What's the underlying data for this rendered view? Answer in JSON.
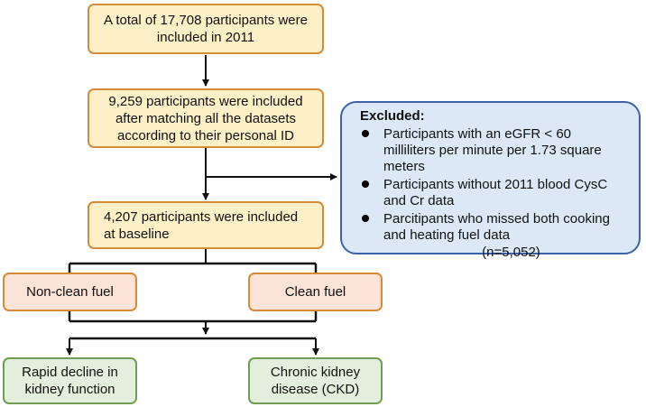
{
  "boxes": {
    "total": "A total of 17,708 participants were included in 2011",
    "matched": "9,259 participants were included after matching all the datasets according to their personal ID",
    "baseline": "4,207 participants were included at baseline",
    "nonclean": "Non-clean fuel",
    "clean": "Clean fuel",
    "rapid": "Rapid decline in kidney function",
    "ckd": "Chronic kidney disease (CKD)"
  },
  "excluded": {
    "title": "Excluded:",
    "items": [
      "Participants with an eGFR < 60 milliliters per minute per 1.73 square meters",
      "Participants without 2011 blood CysC and Cr data",
      "Parcitipants who missed both cooking and heating fuel data"
    ],
    "count": "(n=5,052)"
  },
  "colors": {
    "yellow_fill": "#fdefc6",
    "orange_border": "#d88a3a",
    "pink_fill": "#fbe3d8",
    "green_fill": "#e3efdc",
    "green_border": "#6f9d52",
    "blue_fill": "#dce8f5",
    "blue_border": "#3a63a8"
  }
}
